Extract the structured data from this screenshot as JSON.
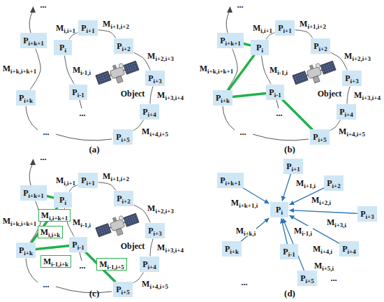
{
  "diagram": {
    "nodes": [
      {
        "text": [
          "Pi+k+1"
        ]
      },
      {
        "text": [
          "Pi+1"
        ]
      },
      {
        "text": [
          "Pi"
        ]
      },
      {
        "text": [
          "Pi+2"
        ]
      },
      {
        "text": [
          "Pi+3"
        ]
      },
      {
        "text": [
          "Pi+k"
        ]
      },
      {
        "text": [
          "Pi-1"
        ]
      },
      {
        "text": [
          "Pi+4"
        ]
      },
      {
        "text": [
          "Pi+5"
        ]
      },
      {
        "text": [
          "Pi+k+1"
        ]
      },
      {
        "text": [
          "Pi+1"
        ]
      },
      {
        "text": [
          "Pi"
        ]
      },
      {
        "text": [
          "Pi+2"
        ]
      },
      {
        "text": [
          "Pi+3"
        ]
      },
      {
        "text": [
          "Pi+k"
        ]
      },
      {
        "text": [
          "Pi-1"
        ]
      },
      {
        "text": [
          "Pi+4"
        ]
      },
      {
        "text": [
          "Pi+5"
        ]
      },
      {
        "text": [
          "Pi+k+1"
        ]
      },
      {
        "text": [
          "Pi+1"
        ]
      },
      {
        "text": [
          "Pi"
        ]
      },
      {
        "text": [
          "Pi+2"
        ]
      },
      {
        "text": [
          "Pi+3"
        ]
      },
      {
        "text": [
          "Pi+k"
        ]
      },
      {
        "text": [
          "Pi-1"
        ]
      },
      {
        "text": [
          "Pi+4"
        ]
      },
      {
        "text": [
          "Pi+5"
        ]
      },
      {
        "text": [
          "Pi+1"
        ]
      },
      {
        "text": [
          "Pi+k+1"
        ]
      },
      {
        "text": [
          "Pi"
        ]
      },
      {
        "text": [
          "Pi+2"
        ]
      },
      {
        "text": [
          "Pi+3"
        ]
      },
      {
        "text": [
          "Pi+k"
        ]
      },
      {
        "text": [
          "Pi-1"
        ]
      },
      {
        "text": [
          "Pi+4"
        ]
      },
      {
        "text": [
          "Pi+5"
        ]
      }
    ],
    "edges": [
      {
        "from": 6,
        "to": 2,
        "arrow": "none",
        "label": "Mi-1,i"
      },
      {
        "from": 2,
        "to": 1,
        "arrow": "none",
        "label": "Mi,i+1"
      },
      {
        "from": 1,
        "to": 3,
        "arrow": "none",
        "label": "Mi+1,i+2"
      },
      {
        "from": 3,
        "to": 4,
        "arrow": "none",
        "label": "Mi+2,i+3"
      },
      {
        "from": 4,
        "to": 7,
        "arrow": "none",
        "label": "Mi+3,i+4"
      },
      {
        "from": 7,
        "to": 8,
        "arrow": "none",
        "label": "Mi+4,i+5"
      },
      {
        "from": 5,
        "to": 0,
        "arrow": "none",
        "label": "Mi+k,i+k+1"
      },
      {
        "from": 15,
        "to": 11,
        "arrow": "none",
        "label": "Mi-1,i"
      },
      {
        "from": 11,
        "to": 10,
        "arrow": "none",
        "label": "Mi,i+1"
      },
      {
        "from": 10,
        "to": 12,
        "arrow": "none",
        "label": "Mi+1,i+2"
      },
      {
        "from": 12,
        "to": 13,
        "arrow": "none",
        "label": "Mi+2,i+3"
      },
      {
        "from": 13,
        "to": 16,
        "arrow": "none",
        "label": "Mi+3,i+4"
      },
      {
        "from": 16,
        "to": 17,
        "arrow": "none",
        "label": "Mi+4,i+5"
      },
      {
        "from": 14,
        "to": 9,
        "arrow": "none",
        "label": "Mi+k,i+k+1"
      },
      {
        "from": 11,
        "to": 9,
        "arrow": "none"
      },
      {
        "from": 11,
        "to": 14,
        "arrow": "none"
      },
      {
        "from": 14,
        "to": 15,
        "arrow": "none"
      },
      {
        "from": 15,
        "to": 17,
        "arrow": "none"
      },
      {
        "from": 24,
        "to": 20,
        "arrow": "none",
        "label": "Mi-1,i"
      },
      {
        "from": 20,
        "to": 19,
        "arrow": "none",
        "label": "Mi,i+1"
      },
      {
        "from": 19,
        "to": 21,
        "arrow": "none",
        "label": "Mi+1,i+2"
      },
      {
        "from": 21,
        "to": 22,
        "arrow": "none",
        "label": "Mi+2,i+3"
      },
      {
        "from": 22,
        "to": 25,
        "arrow": "none",
        "label": "Mi+3,i+4"
      },
      {
        "from": 25,
        "to": 26,
        "arrow": "none",
        "label": "Mi+4,i+5"
      },
      {
        "from": 23,
        "to": 18,
        "arrow": "none",
        "label": "Mi+k,i+k+1"
      },
      {
        "from": 20,
        "to": 18,
        "arrow": "none",
        "label": "Mi,i+k+1"
      },
      {
        "from": 20,
        "to": 23,
        "arrow": "none",
        "label": "Mi,i+k"
      },
      {
        "from": 24,
        "to": 23,
        "arrow": "none",
        "label": "Mi-1,i+k"
      },
      {
        "from": 24,
        "to": 26,
        "arrow": "none",
        "label": "Mi-1,i+5"
      },
      {
        "from": 27,
        "to": 29,
        "arrow": "to",
        "label": "Mi+1,i"
      },
      {
        "from": 28,
        "to": 29,
        "arrow": "to",
        "label": "Mi+k+1,i"
      },
      {
        "from": 30,
        "to": 29,
        "arrow": "to",
        "label": "Mi+2,i"
      },
      {
        "from": 31,
        "to": 29,
        "arrow": "to",
        "label": "Mi+3,i"
      },
      {
        "from": 32,
        "to": 29,
        "arrow": "to",
        "label": "Mi+k,i"
      },
      {
        "from": 33,
        "to": 29,
        "arrow": "to",
        "label": "Mi-1,i"
      },
      {
        "from": 34,
        "to": 29,
        "arrow": "to",
        "label": "Mi+4,i"
      },
      {
        "from": 35,
        "to": 29,
        "arrow": "to",
        "label": "Mi+5,i"
      }
    ],
    "labels": [
      "...",
      "Object",
      "...",
      "...",
      "(a)",
      "...",
      "Object",
      "...",
      "...",
      "(b)",
      "...",
      "Object",
      "...",
      "...",
      "(c)",
      "...",
      "...",
      "(d)"
    ]
  }
}
